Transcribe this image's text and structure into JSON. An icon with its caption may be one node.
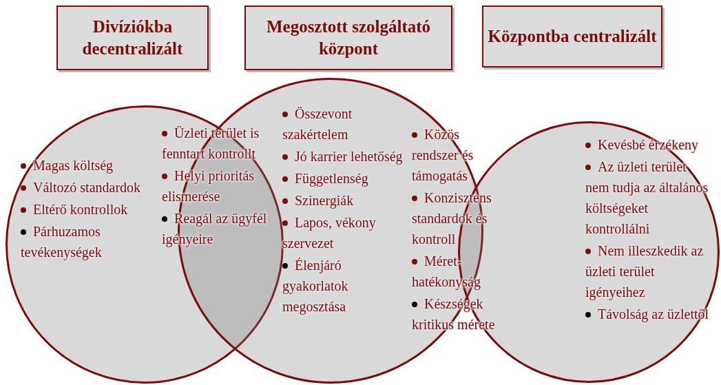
{
  "diagram": {
    "nodes": [
      {
        "text": [
          "Divíziókba decentralizált"
        ]
      },
      {
        "text": [
          "Megosztott szolgáltató központ"
        ]
      },
      {
        "text": [
          "Központba centralizált"
        ]
      },
      {
        "text": [
          "Magas költség",
          "Változó standardok",
          "Eltérő kontrollok",
          "Párhuzamos tevékenységek",
          "Üzleti terület is fenntart kontrollt",
          "Helyi prioritás elismerése",
          "Reagál az ügyfél igényeire"
        ]
      },
      {
        "text": [
          "Összevont szakértelem",
          "Jó karrier lehetőség",
          "Függetlenség",
          "Szinergiák",
          "Lapos, vékony szervezet",
          "Élenjáró gyakorlatok megosztása",
          "Közös rendszer és támogatás",
          "Konzisztens standardok és kontroll",
          "Méret-hatékonyság",
          "Készségek kritikus mérete"
        ]
      },
      {
        "text": [
          "Kevésbé érzékeny",
          "Az üzleti terület nem tudja az általános költségeket kontrollálni",
          "Nem illeszkedik az üzleti terület igényeihez",
          "Távolság az üzlettől"
        ]
      }
    ],
    "edges": []
  }
}
